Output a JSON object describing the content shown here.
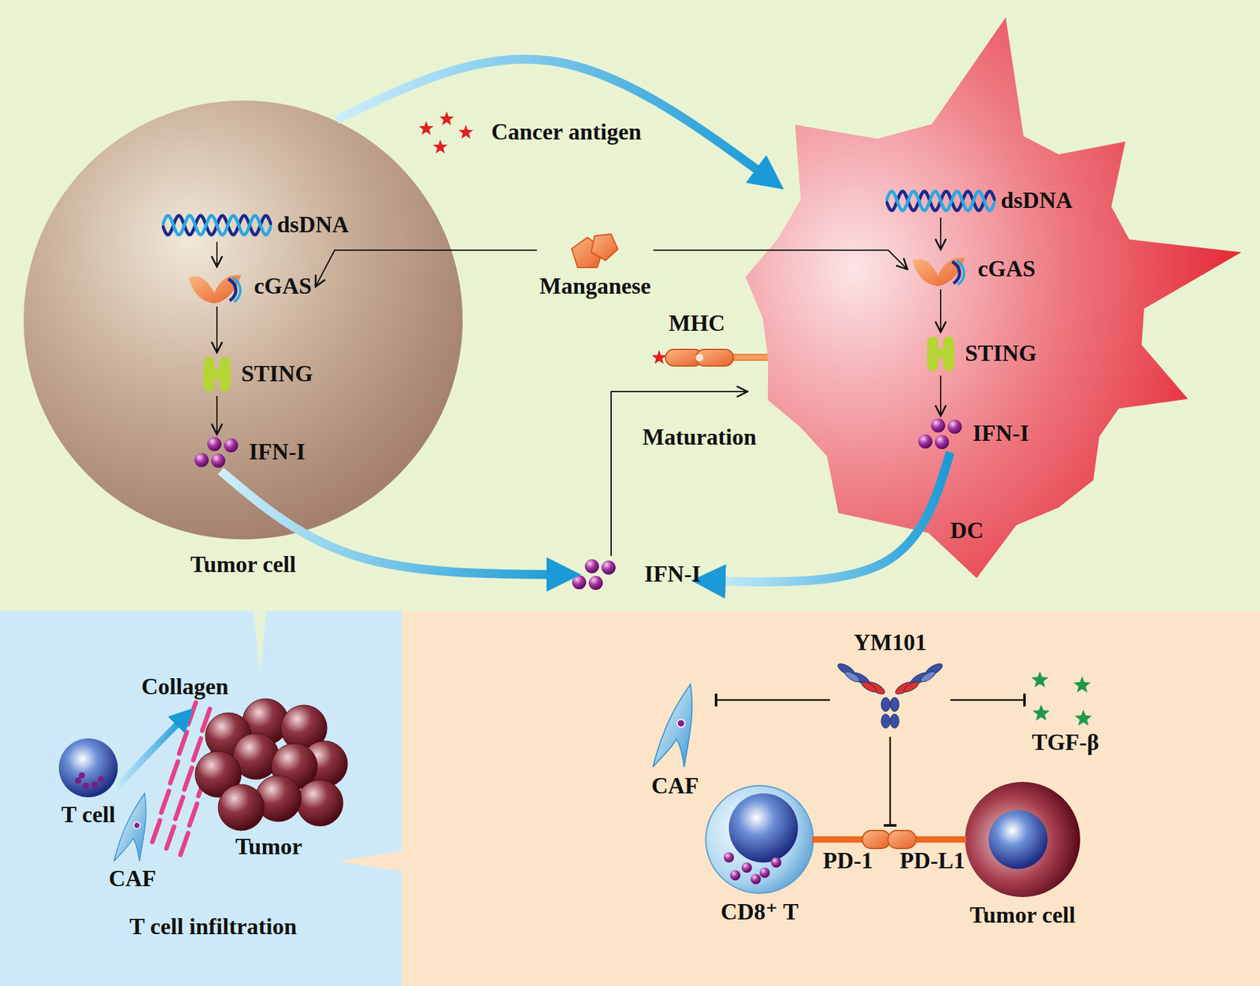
{
  "diagram": {
    "nodes": [
      {
        "text": [
          "Tumor cell"
        ]
      },
      {
        "text": [
          "dsDNA"
        ],
        "in": 0
      },
      {
        "text": [
          "cGAS"
        ],
        "in": 0
      },
      {
        "text": [
          "STING"
        ],
        "in": 0
      },
      {
        "text": [
          "IFN-I"
        ],
        "in": 0
      },
      {
        "text": [
          "Manganese"
        ]
      },
      {
        "text": [
          "DC"
        ]
      },
      {
        "text": [
          "dsDNA"
        ],
        "in": 6
      },
      {
        "text": [
          "cGAS"
        ],
        "in": 6
      },
      {
        "text": [
          "STING"
        ],
        "in": 6
      },
      {
        "text": [
          "IFN-I"
        ],
        "in": 6
      },
      {
        "text": [
          "IFN-I"
        ]
      },
      {
        "text": [
          "T cell infiltration"
        ]
      },
      {
        "text": [
          "T cell"
        ],
        "in": 12
      },
      {
        "text": [
          "CAF"
        ],
        "in": 12
      },
      {
        "text": [
          "Tumor"
        ],
        "in": 12
      },
      {
        "text": [
          "YM101"
        ]
      },
      {
        "text": [
          "CAF"
        ]
      },
      {
        "text": [
          "TGF-β"
        ]
      },
      {
        "text": [
          "CD8⁺ T"
        ]
      },
      {
        "text": [
          "Tumor cell"
        ]
      }
    ],
    "edges": [
      {
        "from": 0,
        "to": 6,
        "arrow": "to",
        "label": "Cancer antigen"
      },
      {
        "from": 1,
        "to": 2,
        "arrow": "to"
      },
      {
        "from": 2,
        "to": 3,
        "arrow": "to"
      },
      {
        "from": 3,
        "to": 4,
        "arrow": "to"
      },
      {
        "from": 5,
        "to": 2,
        "arrow": "to"
      },
      {
        "from": 5,
        "to": 8,
        "arrow": "to"
      },
      {
        "from": 7,
        "to": 8,
        "arrow": "to"
      },
      {
        "from": 8,
        "to": 9,
        "arrow": "to"
      },
      {
        "from": 9,
        "to": 10,
        "arrow": "to"
      },
      {
        "from": 4,
        "to": 11,
        "arrow": "to"
      },
      {
        "from": 10,
        "to": 11,
        "arrow": "to"
      },
      {
        "from": 11,
        "to": 6,
        "arrow": "to",
        "label": "Maturation"
      },
      {
        "from": 13,
        "to": 15,
        "arrow": "to"
      },
      {
        "from": 16,
        "to": 17,
        "arrow": "to"
      },
      {
        "from": 16,
        "to": 18,
        "arrow": "to"
      },
      {
        "from": 19,
        "to": 20,
        "arrow": "none"
      }
    ],
    "labels": [
      "MHC",
      "Collagen",
      "PD-1",
      "PD-L1"
    ]
  }
}
